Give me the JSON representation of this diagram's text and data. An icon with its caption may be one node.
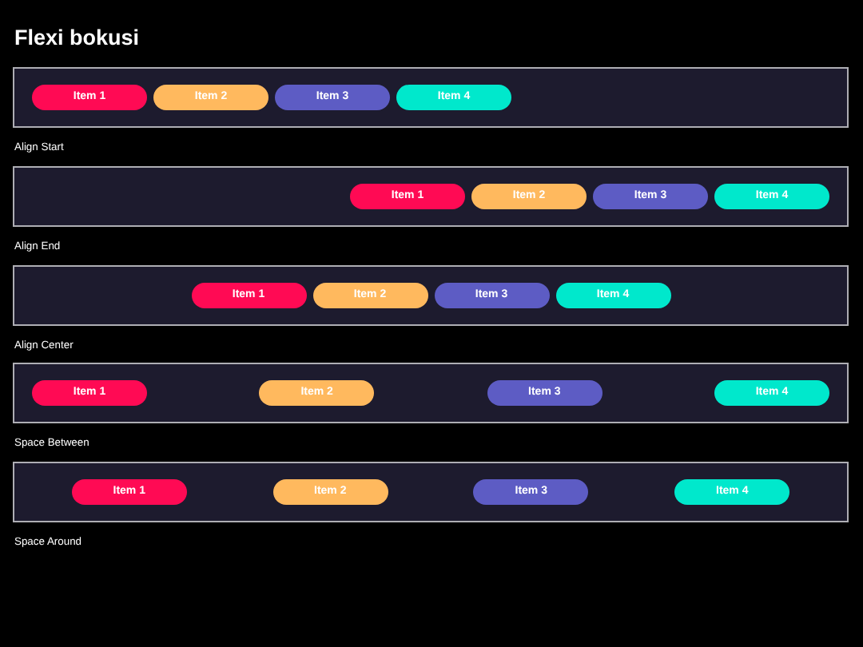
{
  "diagram": {
    "title": "Flexi bokusi",
    "nodes": [
      {
        "text": [],
        "shape": "box",
        "beside": [
          "Align Start"
        ]
      },
      {
        "text": [
          "Item 1"
        ],
        "in": 0
      },
      {
        "text": [
          "Item 2"
        ],
        "in": 0
      },
      {
        "text": [
          "Item 3"
        ],
        "in": 0
      },
      {
        "text": [
          "Item 4"
        ],
        "in": 0
      },
      {
        "text": [],
        "shape": "box",
        "beside": [
          "Align End"
        ]
      },
      {
        "text": [
          "Item 1"
        ],
        "in": 5
      },
      {
        "text": [
          "Item 2"
        ],
        "in": 5
      },
      {
        "text": [
          "Item 3"
        ],
        "in": 5
      },
      {
        "text": [
          "Item 4"
        ],
        "in": 5
      },
      {
        "text": [],
        "shape": "box",
        "beside": [
          "Align Center"
        ]
      },
      {
        "text": [
          "Item 1"
        ],
        "in": 10
      },
      {
        "text": [
          "Item 2"
        ],
        "in": 10
      },
      {
        "text": [
          "Item 3"
        ],
        "in": 10
      },
      {
        "text": [
          "Item 4"
        ],
        "in": 10
      },
      {
        "text": [],
        "shape": "box",
        "beside": [
          "Space Between"
        ]
      },
      {
        "text": [
          "Item 1"
        ],
        "in": 15
      },
      {
        "text": [
          "Item 2"
        ],
        "in": 15
      },
      {
        "text": [
          "Item 3"
        ],
        "in": 15
      },
      {
        "text": [
          "Item 4"
        ],
        "in": 15
      },
      {
        "text": [],
        "shape": "box",
        "beside": [
          "Space Around"
        ]
      },
      {
        "text": [
          "Item 1"
        ],
        "in": 20
      },
      {
        "text": [
          "Item 2"
        ],
        "in": 20
      },
      {
        "text": [
          "Item 3"
        ],
        "in": 20
      },
      {
        "text": [
          "Item 4"
        ],
        "in": 20
      }
    ],
    "edges": []
  }
}
